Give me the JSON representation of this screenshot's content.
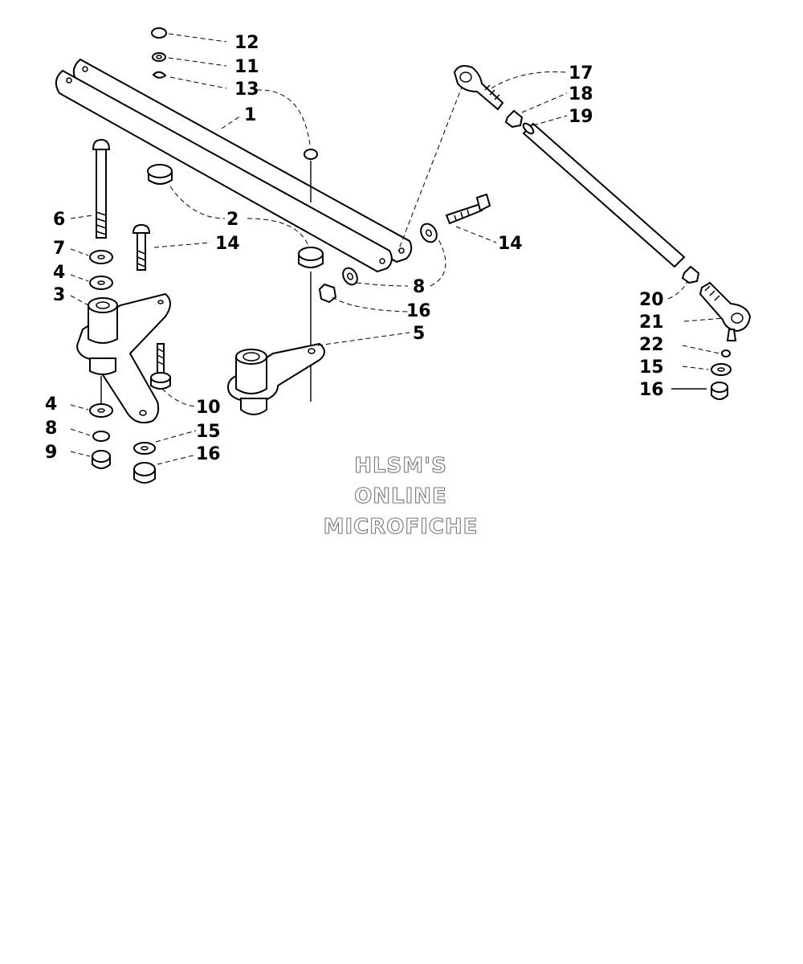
{
  "callouts": {
    "c12": "12",
    "c11": "11",
    "c13": "13",
    "c1": "1",
    "c6": "6",
    "c2": "2",
    "c14a": "14",
    "c7": "7",
    "c4a": "4",
    "c3": "3",
    "c8a": "8",
    "c16a": "16",
    "c5": "5",
    "c10": "10",
    "c4b": "4",
    "c8b": "8",
    "c15a": "15",
    "c9": "9",
    "c16b": "16",
    "c17": "17",
    "c18": "18",
    "c19": "19",
    "c14b": "14",
    "c20": "20",
    "c21": "21",
    "c22": "22",
    "c15b": "15",
    "c16c": "16"
  },
  "watermark": {
    "line1": "HLSM'S",
    "line2": "ONLINE",
    "line3": "MICROFICHE"
  }
}
